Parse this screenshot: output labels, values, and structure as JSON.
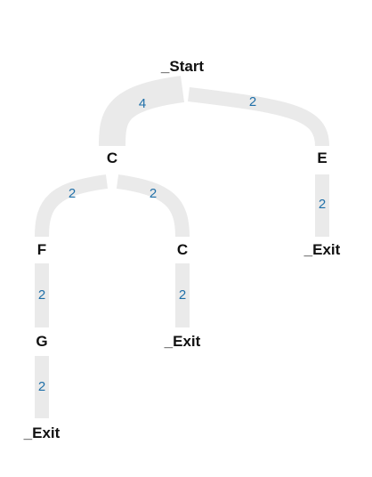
{
  "colors": {
    "edge": "#eaeaea",
    "count": "#1f6fa8",
    "label": "#111111"
  },
  "nodes": {
    "start": {
      "label": "_Start"
    },
    "c1": {
      "label": "C"
    },
    "e": {
      "label": "E"
    },
    "f": {
      "label": "F"
    },
    "c2": {
      "label": "C"
    },
    "exit_e": {
      "label": "_Exit"
    },
    "g": {
      "label": "G"
    },
    "exit_c": {
      "label": "_Exit"
    },
    "exit_g": {
      "label": "_Exit"
    }
  },
  "edges": {
    "start_c": {
      "count": "4"
    },
    "start_e": {
      "count": "2"
    },
    "c_f": {
      "count": "2"
    },
    "c_c": {
      "count": "2"
    },
    "e_exit": {
      "count": "2"
    },
    "f_g": {
      "count": "2"
    },
    "c_exit": {
      "count": "2"
    },
    "g_exit": {
      "count": "2"
    }
  }
}
